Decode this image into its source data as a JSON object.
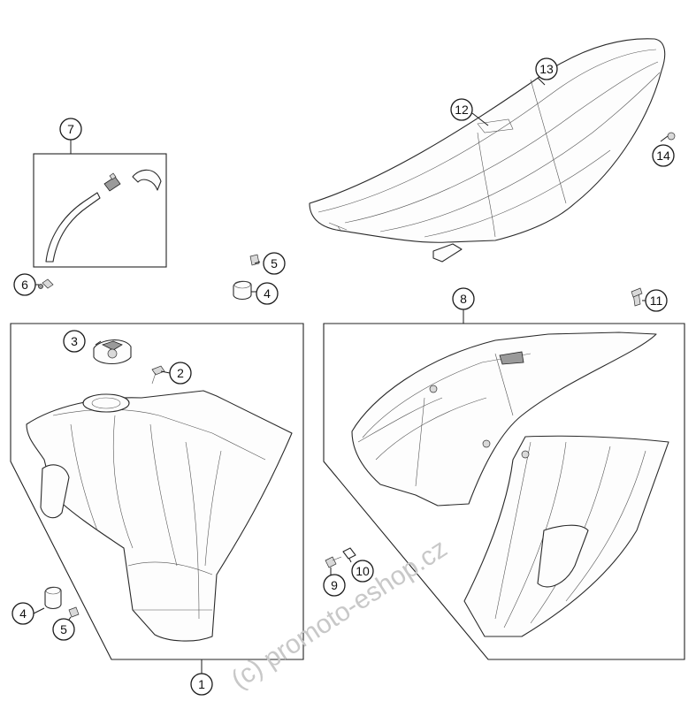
{
  "callouts": [
    {
      "id": "1",
      "label": "1"
    },
    {
      "id": "2",
      "label": "2"
    },
    {
      "id": "3",
      "label": "3"
    },
    {
      "id": "4a",
      "label": "4"
    },
    {
      "id": "4b",
      "label": "4"
    },
    {
      "id": "5a",
      "label": "5"
    },
    {
      "id": "5b",
      "label": "5"
    },
    {
      "id": "6",
      "label": "6"
    },
    {
      "id": "7",
      "label": "7"
    },
    {
      "id": "8",
      "label": "8"
    },
    {
      "id": "9",
      "label": "9"
    },
    {
      "id": "10",
      "label": "10"
    },
    {
      "id": "11",
      "label": "11"
    },
    {
      "id": "12",
      "label": "12"
    },
    {
      "id": "13",
      "label": "13"
    },
    {
      "id": "14",
      "label": "14"
    }
  ],
  "watermark": "(c) promoto-eshop.cz"
}
